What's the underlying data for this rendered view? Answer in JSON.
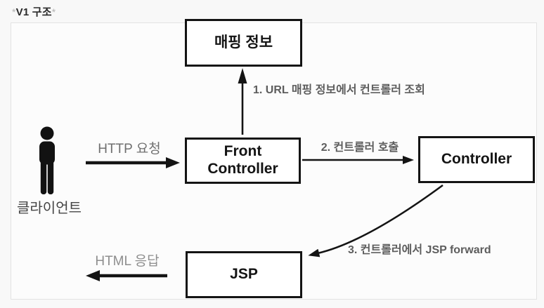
{
  "header": {
    "star_left": "*",
    "title": "V1 구조",
    "star_right": "*"
  },
  "actor": {
    "label": "클라이언트",
    "icon": "person-icon"
  },
  "boxes": {
    "mapping": {
      "label": "매핑 정보"
    },
    "front_controller": {
      "label": "Front Controller"
    },
    "controller": {
      "label": "Controller"
    },
    "jsp": {
      "label": "JSP"
    }
  },
  "flows": {
    "http_request": {
      "label": "HTTP 요청"
    },
    "step1": {
      "label": "1. URL 매핑 정보에서 컨트롤러 조회"
    },
    "step2": {
      "label": "2. 컨트롤러 호출"
    },
    "step3": {
      "label": "3. 컨트롤러에서 JSP forward"
    },
    "html_response": {
      "label": "HTML 응답"
    }
  },
  "colors": {
    "box_border": "#141414",
    "arrow": "#141414",
    "step_label": "#5d5d5d",
    "flow_label": "#6f6f6f",
    "response_label": "#8e8e8e",
    "frame_border": "#e3e3e3"
  }
}
